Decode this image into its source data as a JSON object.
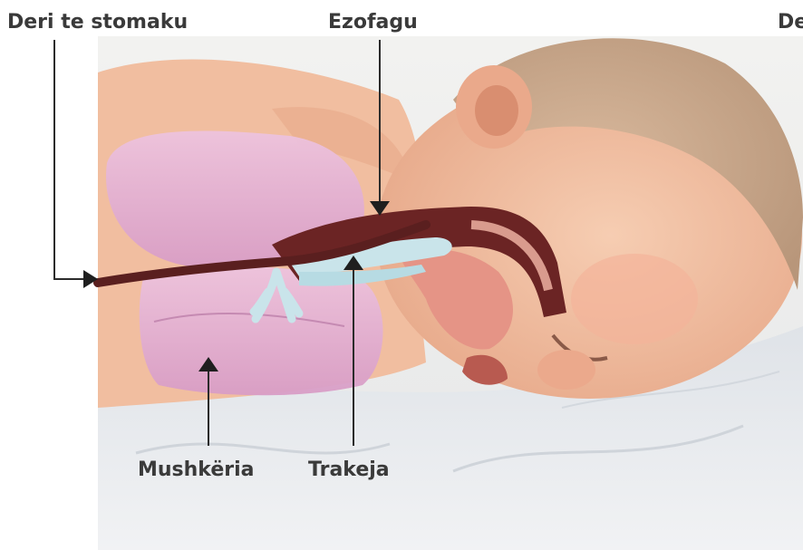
{
  "labels": {
    "stomach": "Deri te stomaku",
    "esophagus": "Ezofagu",
    "partial": "De",
    "lungs": "Mushkëria",
    "trachea": "Trakeja"
  },
  "colors": {
    "skin": "#f3c1a4",
    "skin_shadow": "#e2a384",
    "hair": "#c9a78a",
    "lung": "#e8b6d6",
    "lung_dark": "#cf94bd",
    "tube": "#5a1f1f",
    "trachea": "#c9e4ea",
    "blanket": "#e9ecef",
    "leader": "#2b2b2b",
    "text": "#3a3a3a"
  }
}
